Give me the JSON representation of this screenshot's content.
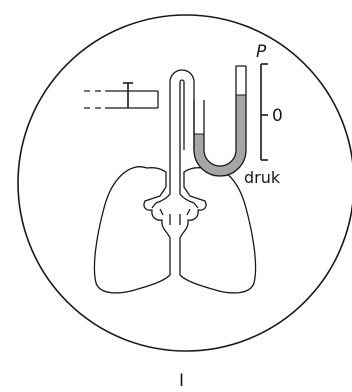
{
  "labels": {
    "pressure": "P",
    "zero": "0",
    "pressure_word": "druk",
    "panel": "I"
  },
  "colors": {
    "stroke": "#1a1a1a",
    "fluid": "#a6a6a6",
    "background": "#ffffff"
  }
}
